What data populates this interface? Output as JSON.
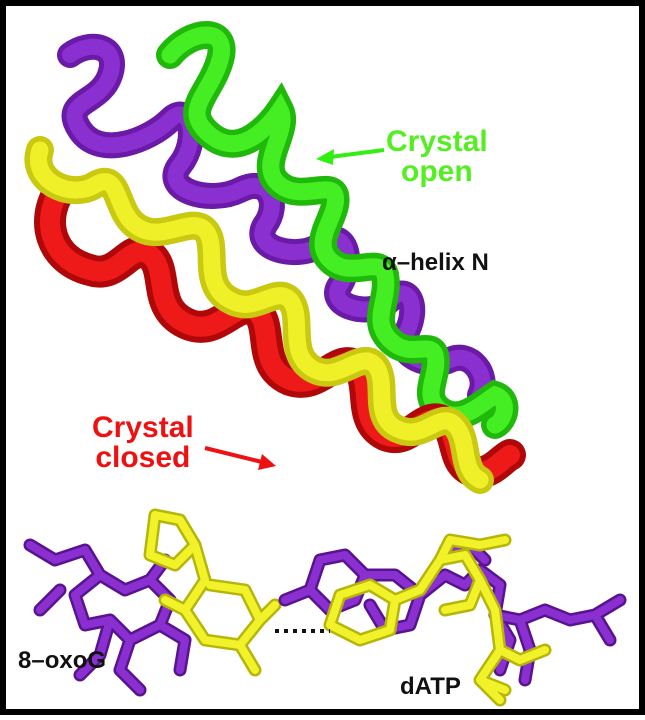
{
  "colors": {
    "frame": "#000000",
    "background": "#ffffff",
    "open_helix": "#33ee11",
    "closed_helix": "#ee1111",
    "intermediate_helix": "#eeee22",
    "purple_helix": "#8822cc",
    "label_dark": "#111111"
  },
  "labels": {
    "crystal_open": {
      "line1": "Crystal",
      "line2": "open"
    },
    "helix": "α–helix N",
    "crystal_closed": {
      "line1": "Crystal",
      "line2": "closed"
    },
    "oxo": "8–oxoG",
    "datp": "dATP"
  },
  "icons": {
    "arrow": "arrow-icon",
    "bond": "hydrogen-bond-dots-icon"
  }
}
